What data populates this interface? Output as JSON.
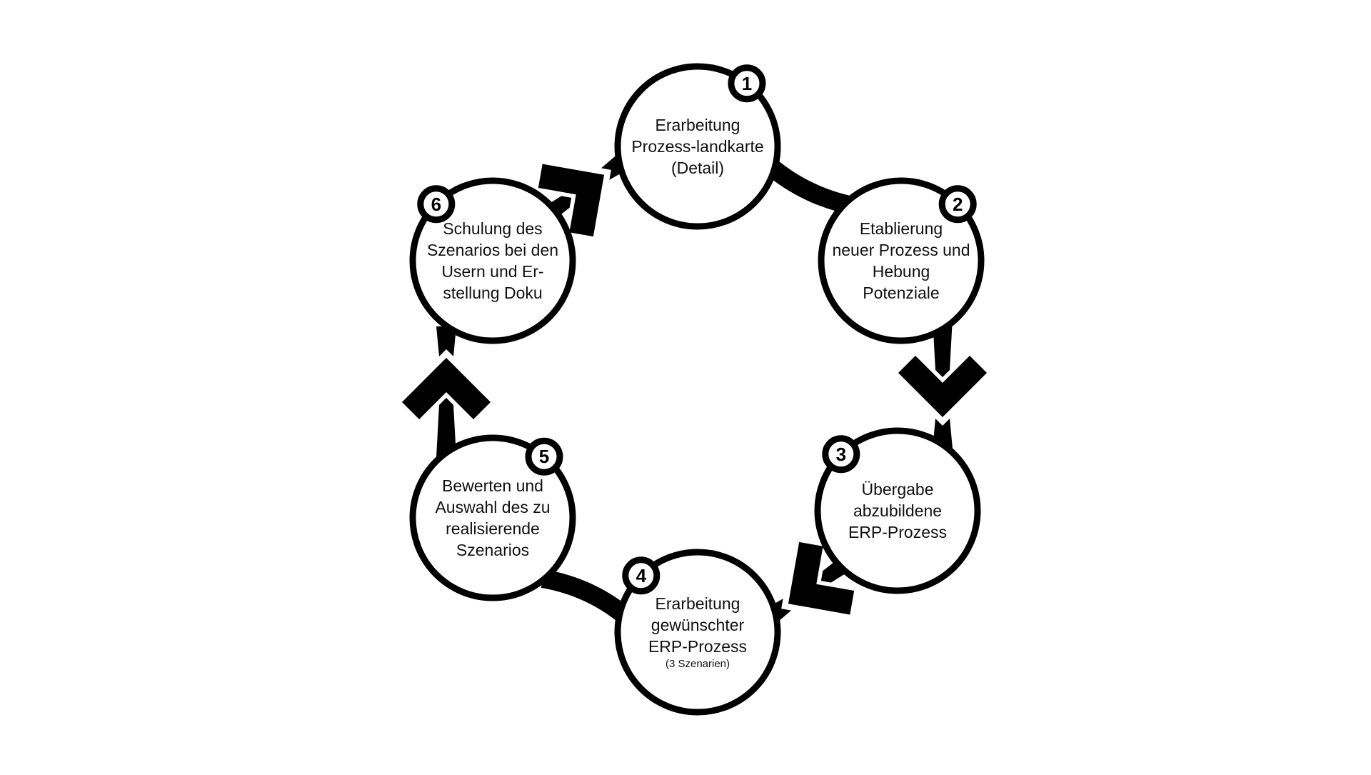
{
  "diagram": {
    "type": "process-cycle",
    "colors": {
      "stroke": "#000000",
      "fill": "#ffffff",
      "text": "#111111"
    },
    "steps": [
      {
        "number": "1",
        "lines": [
          "Erarbeitung",
          "Prozess-landkarte",
          "(Detail)"
        ],
        "sub": ""
      },
      {
        "number": "2",
        "lines": [
          "Etablierung",
          "neuer Prozess und",
          "Hebung",
          "Potenziale"
        ],
        "sub": ""
      },
      {
        "number": "3",
        "lines": [
          "Übergabe",
          "abzubildene",
          "ERP-Prozess"
        ],
        "sub": ""
      },
      {
        "number": "4",
        "lines": [
          "Erarbeitung",
          "gewünschter",
          "ERP-Prozess"
        ],
        "sub": "(3 Szenarien)"
      },
      {
        "number": "5",
        "lines": [
          "Bewerten und",
          "Auswahl des zu",
          "realisierende",
          "Szenarios"
        ],
        "sub": ""
      },
      {
        "number": "6",
        "lines": [
          "Schulung des",
          "Szenarios bei den",
          "Usern und Er-",
          "stellung Doku"
        ],
        "sub": ""
      }
    ],
    "connections": [
      {
        "from": "1",
        "to": "2",
        "style": "arc"
      },
      {
        "from": "2",
        "to": "3",
        "style": "chevron-arrow"
      },
      {
        "from": "3",
        "to": "4",
        "style": "chevron-arrow"
      },
      {
        "from": "4",
        "to": "5",
        "style": "arc"
      },
      {
        "from": "5",
        "to": "6",
        "style": "chevron-arrow"
      },
      {
        "from": "6",
        "to": "1",
        "style": "chevron-arrow"
      }
    ]
  }
}
